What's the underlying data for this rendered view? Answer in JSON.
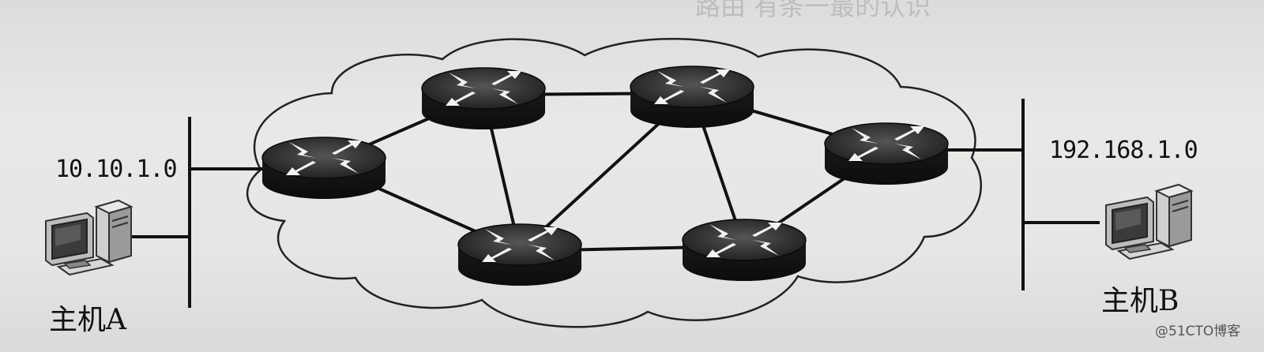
{
  "diagram": {
    "network_a": "10.10.1.0",
    "network_b": "192.168.1.0",
    "host_a": "主机A",
    "host_b": "主机B",
    "watermark": "@51CTO博客",
    "faded_header": "路由 有条一最的认识"
  },
  "routers": [
    {
      "id": "r-left"
    },
    {
      "id": "r-top-1"
    },
    {
      "id": "r-top-2"
    },
    {
      "id": "r-right"
    },
    {
      "id": "r-bottom-1"
    },
    {
      "id": "r-bottom-2"
    }
  ],
  "links": [
    [
      "r-left",
      "r-top-1"
    ],
    [
      "r-left",
      "r-bottom-1"
    ],
    [
      "r-top-1",
      "r-top-2"
    ],
    [
      "r-top-1",
      "r-bottom-1"
    ],
    [
      "r-top-2",
      "r-bottom-1"
    ],
    [
      "r-top-2",
      "r-bottom-2"
    ],
    [
      "r-top-2",
      "r-right"
    ],
    [
      "r-bottom-1",
      "r-bottom-2"
    ],
    [
      "r-bottom-2",
      "r-right"
    ]
  ],
  "colors": {
    "router_body": "#2a2a2a",
    "router_top": "#3a3a3a",
    "line": "#111111",
    "cloud_stroke": "#222222"
  },
  "icons": [
    "router-icon",
    "computer-icon",
    "network-cloud"
  ]
}
